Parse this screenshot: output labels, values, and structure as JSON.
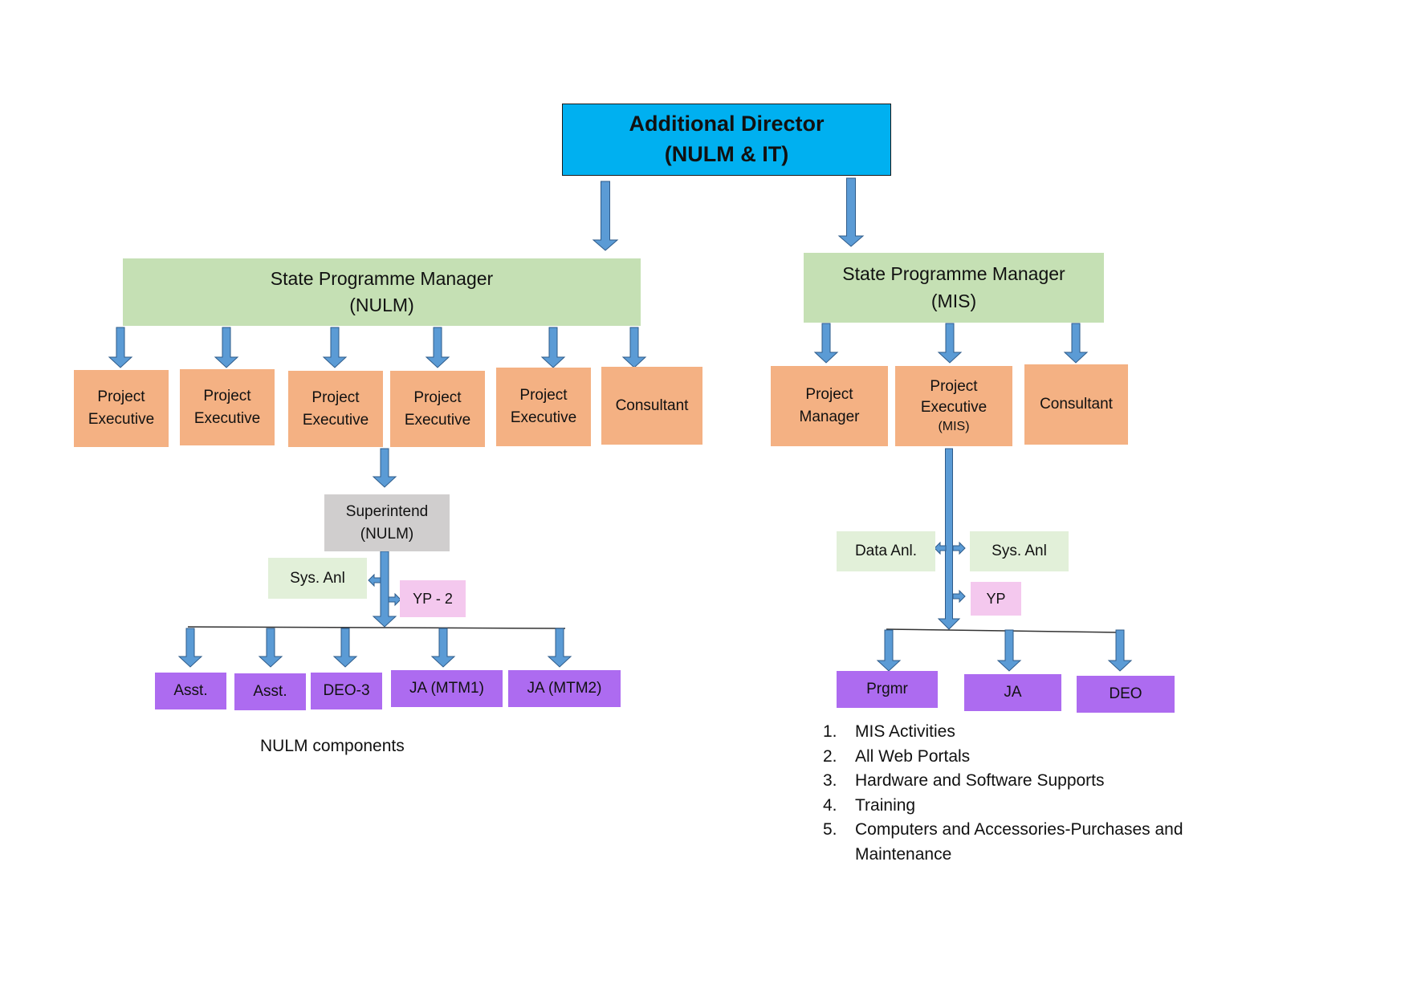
{
  "top": {
    "line1": "Additional Director",
    "line2": "(NULM & IT)"
  },
  "nulm": {
    "manager": {
      "line1": "State Programme Manager",
      "line2": "(NULM)"
    },
    "staff": [
      {
        "line1": "Project",
        "line2": "Executive"
      },
      {
        "line1": "Project",
        "line2": "Executive"
      },
      {
        "line1": "Project",
        "line2": "Executive"
      },
      {
        "line1": "Project",
        "line2": "Executive"
      },
      {
        "line1": "Project",
        "line2": "Executive"
      },
      {
        "line1": "Consultant"
      }
    ],
    "superintend": {
      "line1": "Superintend",
      "line2": "(NULM)"
    },
    "sys_anl": "Sys. Anl",
    "yp": "YP - 2",
    "bottom": [
      "Asst.",
      "Asst.",
      "DEO-3",
      "JA (MTM1)",
      "JA (MTM2)"
    ],
    "caption": "NULM components"
  },
  "mis": {
    "manager": {
      "line1": "State Programme Manager",
      "line2": "(MIS)"
    },
    "staff": [
      {
        "line1": "Project",
        "line2": "Manager"
      },
      {
        "line1": "Project",
        "line2": "Executive",
        "line3": "(MIS)"
      },
      {
        "line1": "Consultant"
      }
    ],
    "data_anl": "Data Anl.",
    "sys_anl": "Sys. Anl",
    "yp": "YP",
    "bottom": [
      "Prgmr",
      "JA",
      "DEO"
    ],
    "activities": [
      {
        "num": "1.",
        "text": "MIS Activities"
      },
      {
        "num": "2.",
        "text": "All Web Portals"
      },
      {
        "num": "3.",
        "text": "Hardware and Software Supports"
      },
      {
        "num": "4.",
        "text": "Training"
      },
      {
        "num": "5.",
        "text": "Computers and Accessories-Purchases and Maintenance"
      }
    ]
  },
  "colors": {
    "top": "#00b0f0",
    "manager": "#c5e0b4",
    "staff": "#f4b183",
    "superintend": "#d0cece",
    "analyst": "#e2f0d9",
    "yp": "#f4c8ee",
    "bottom": "#ad6bf0",
    "arrow": "#5b9bd5"
  }
}
